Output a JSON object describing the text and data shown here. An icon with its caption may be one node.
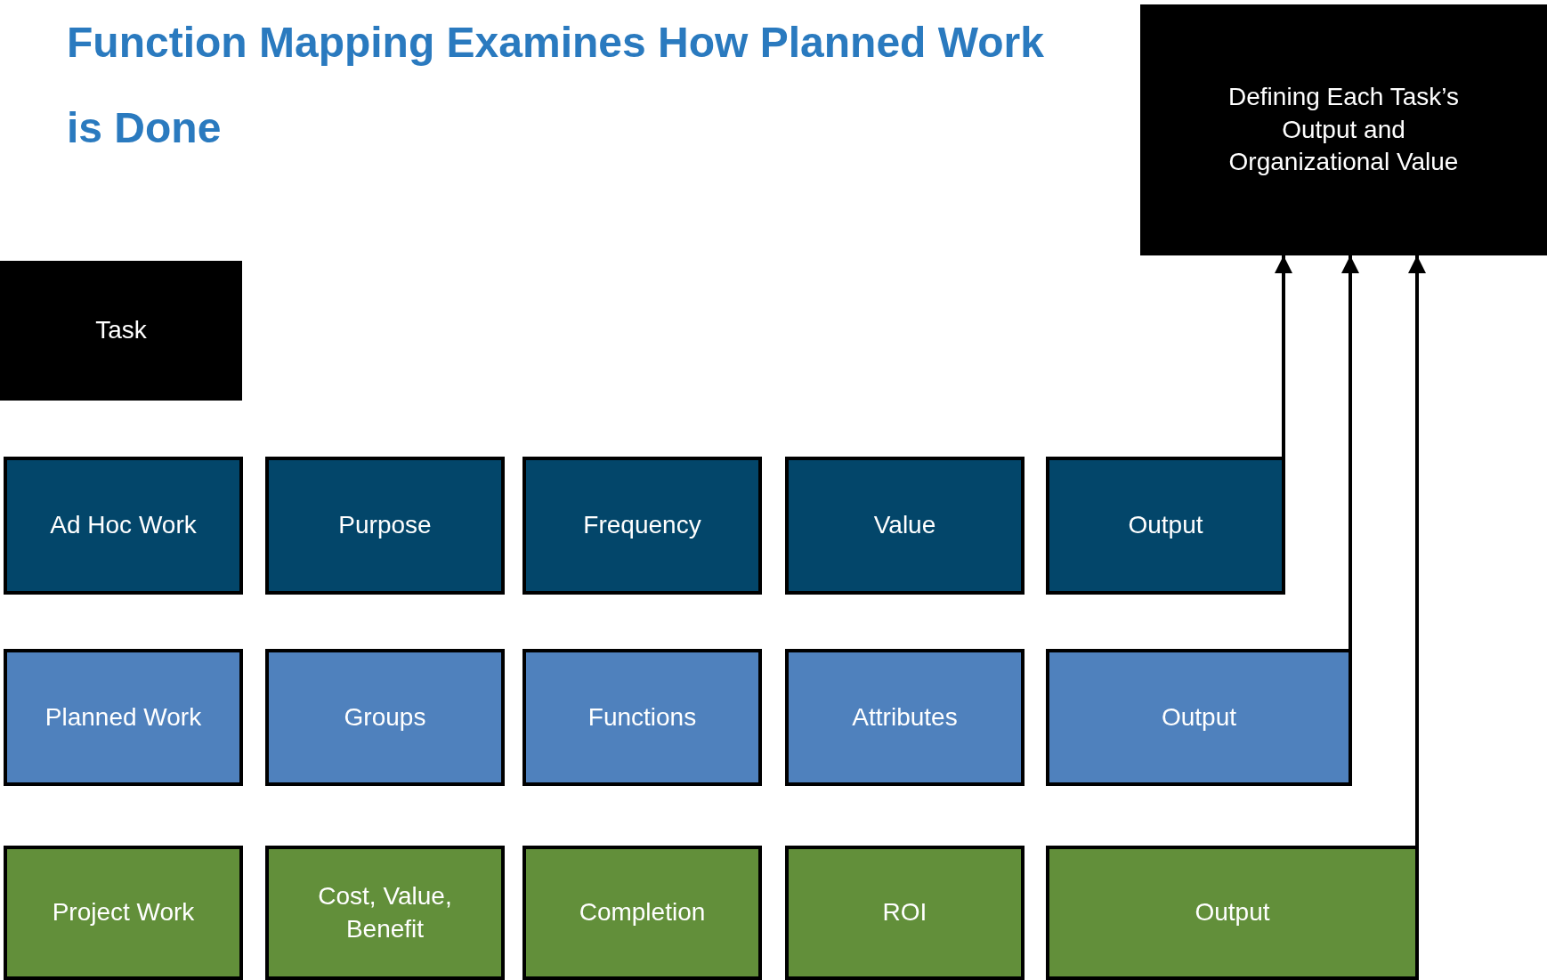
{
  "diagram": {
    "title": "Function Mapping Examines How Planned Work is Done",
    "nodes": [
      {
        "text": [
          "Defining Each Task’s Output and Organizational Value"
        ]
      },
      {
        "text": [
          "Task"
        ]
      },
      {
        "text": [
          "Ad Hoc Work"
        ]
      },
      {
        "text": [
          "Purpose"
        ]
      },
      {
        "text": [
          "Frequency"
        ]
      },
      {
        "text": [
          "Value"
        ]
      },
      {
        "text": [
          "Output"
        ]
      },
      {
        "text": [
          "Planned Work"
        ]
      },
      {
        "text": [
          "Groups"
        ]
      },
      {
        "text": [
          "Functions"
        ]
      },
      {
        "text": [
          "Attributes"
        ]
      },
      {
        "text": [
          "Output"
        ]
      },
      {
        "text": [
          "Project Work"
        ]
      },
      {
        "text": [
          "Cost, Value, Benefit"
        ]
      },
      {
        "text": [
          "Completion"
        ]
      },
      {
        "text": [
          "ROI"
        ]
      },
      {
        "text": [
          "Output"
        ]
      }
    ],
    "edges": [
      {
        "from": 6,
        "to": 0,
        "arrow": "to"
      },
      {
        "from": 11,
        "to": 0,
        "arrow": "to"
      },
      {
        "from": 16,
        "to": 0,
        "arrow": "to"
      }
    ]
  }
}
